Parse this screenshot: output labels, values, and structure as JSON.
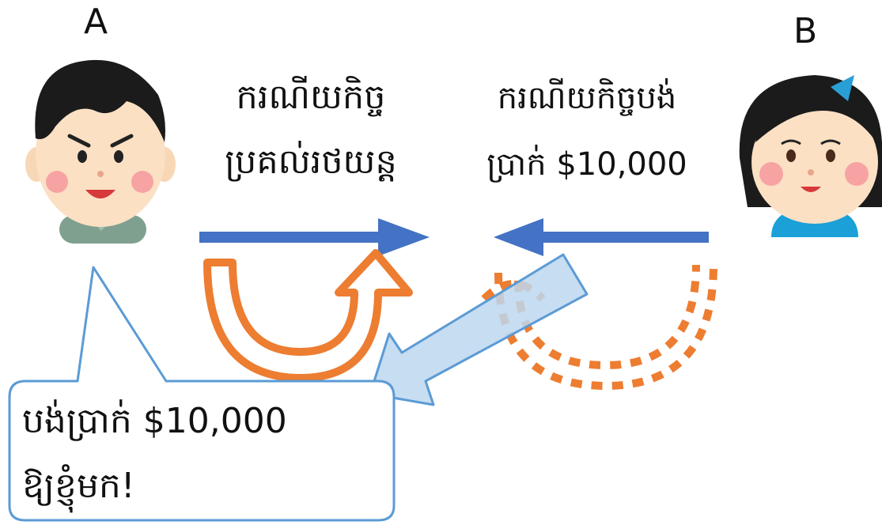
{
  "person_a": {
    "label": "A"
  },
  "person_b": {
    "label": "B"
  },
  "left_action": {
    "line1": "ករណីយកិច្ច",
    "line2": "ប្រគល់រថយន្ត"
  },
  "right_action": {
    "line1": "ករណីយកិច្ចបង់",
    "line2": "ប្រាក់ $10,000"
  },
  "speech_bubble": {
    "line1": "បង់ប្រាក់ $10,000",
    "line2": "ឱ្យខ្ញុំមក!"
  },
  "colors": {
    "blue_arrow": "#4472c4",
    "orange": "#ed7d31",
    "light_blue_fill": "#bdd7ee",
    "light_blue_stroke": "#5b9bd5"
  }
}
